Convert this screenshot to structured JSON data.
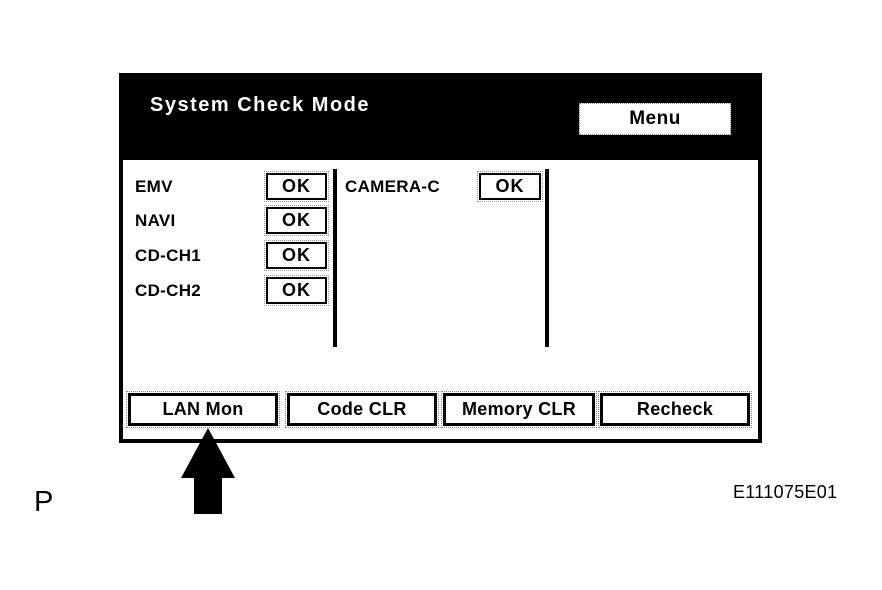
{
  "page": {
    "part_label": "P",
    "figure_code": "E111075E01",
    "background": "#ffffff"
  },
  "screen": {
    "title": "System Check Mode",
    "menu_button_label": "Menu",
    "status_rows": [
      {
        "label": "EMV",
        "status": "OK"
      },
      {
        "label": "NAVI",
        "status": "OK"
      },
      {
        "label": "CD-CH1",
        "status": "OK"
      },
      {
        "label": "CD-CH2",
        "status": "OK"
      }
    ],
    "camera_row": {
      "label": "CAMERA-C",
      "status": "OK"
    },
    "buttons": [
      {
        "label": "LAN Mon"
      },
      {
        "label": "Code CLR"
      },
      {
        "label": "Memory CLR"
      },
      {
        "label": "Recheck"
      }
    ],
    "colors": {
      "header_bg": "#000000",
      "header_text": "#ffffff",
      "body_bg": "#ffffff",
      "text": "#000000"
    }
  },
  "annotation": {
    "arrow_icon": "up-arrow-icon",
    "arrow_points_to": "LAN Mon"
  }
}
